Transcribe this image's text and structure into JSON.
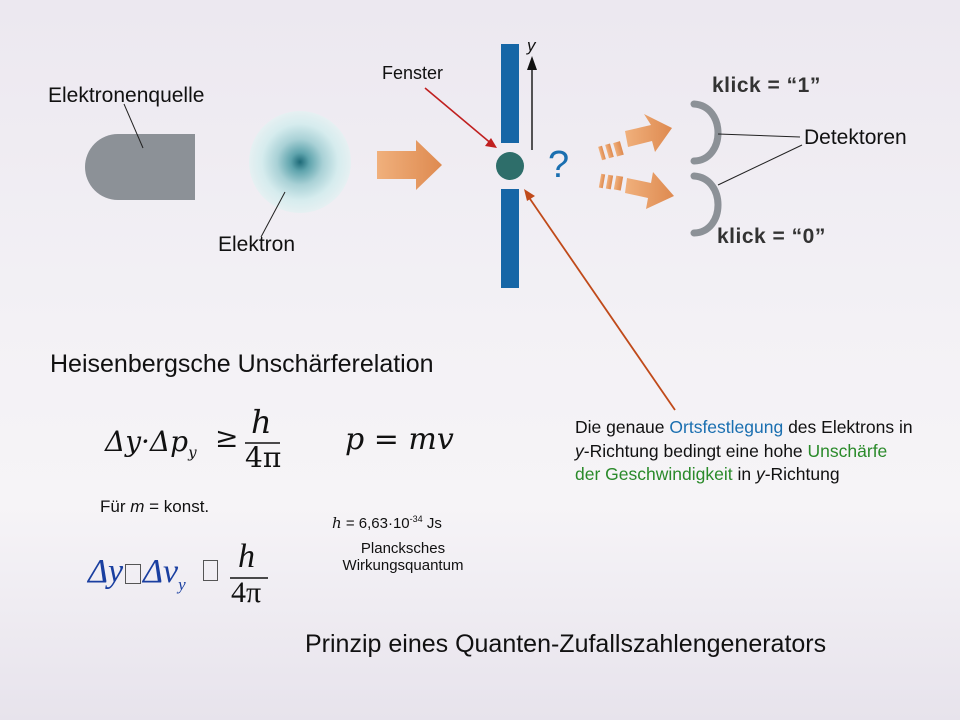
{
  "diagram": {
    "labels": {
      "source": "Elektronenquelle",
      "electron": "Elektron",
      "window": "Fenster",
      "y_axis": "y",
      "question": "?",
      "click_one": "klick = “1”",
      "detectors": "Detektoren",
      "click_zero": "klick = “0”"
    }
  },
  "heisenberg": {
    "title": "Heisenbergsche Unschärferelation",
    "formula_main": {
      "lhs": "Δy·Δp",
      "sub": "y",
      "rel": "≥",
      "num": "h",
      "den": "4π"
    },
    "formula_momentum": "p = mv",
    "condition": {
      "prefix": "Für ",
      "var": "m",
      "suffix": " = konst."
    },
    "formula_velocity": {
      "lhs1": "Δy",
      "box1": "",
      "lhs2": "Δv",
      "sub": "y",
      "rel": "",
      "num": "h",
      "den": "4π"
    },
    "planck_value": {
      "symbol": "h",
      "text": " = 6,63·10",
      "exp": "-34",
      "unit": " Js"
    },
    "planck_label_line1": "Plancksches",
    "planck_label_line2": "Wirkungsquantum"
  },
  "explanation": {
    "part1": "Die genaue ",
    "blue": "Ortsfestlegung",
    "part2": " des Elektrons in ",
    "y1": "y",
    "part3": "-Richtung bedingt eine hohe ",
    "green": "Unschärfe der Geschwindigkeit",
    "part4": " in ",
    "y2": "y",
    "part5": "-Richtung"
  },
  "footer_title": "Prinzip eines Quanten-Zufallszahlengenerators",
  "colors": {
    "source_gray": "#8c9197",
    "barrier_blue": "#1666a6",
    "electron_teal": "#2e6e6a",
    "arrow_orange": "#e2955e",
    "pointer_red": "#c02020",
    "pointer_orange": "#c04a1a",
    "text_blue": "#1a6fb0",
    "text_green": "#2a8a2a"
  }
}
